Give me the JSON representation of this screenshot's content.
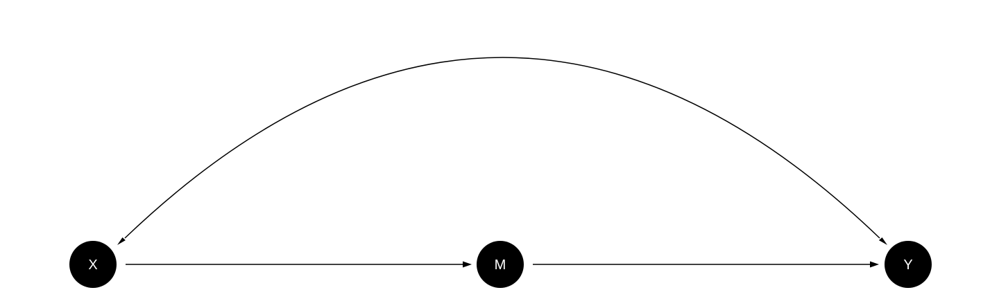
{
  "diagram": {
    "type": "causal-dag",
    "colors": {
      "background": "#ffffff",
      "node_fill": "#000000",
      "node_text": "#ffffff",
      "edge": "#000000"
    },
    "nodes": [
      {
        "id": "X",
        "label": "X"
      },
      {
        "id": "M",
        "label": "M"
      },
      {
        "id": "Y",
        "label": "Y"
      }
    ],
    "edges": [
      {
        "from": "X",
        "to": "M",
        "style": "straight",
        "direction": "forward"
      },
      {
        "from": "M",
        "to": "Y",
        "style": "straight",
        "direction": "forward"
      },
      {
        "from": "X",
        "to": "Y",
        "style": "curved",
        "direction": "bidirected"
      }
    ]
  }
}
